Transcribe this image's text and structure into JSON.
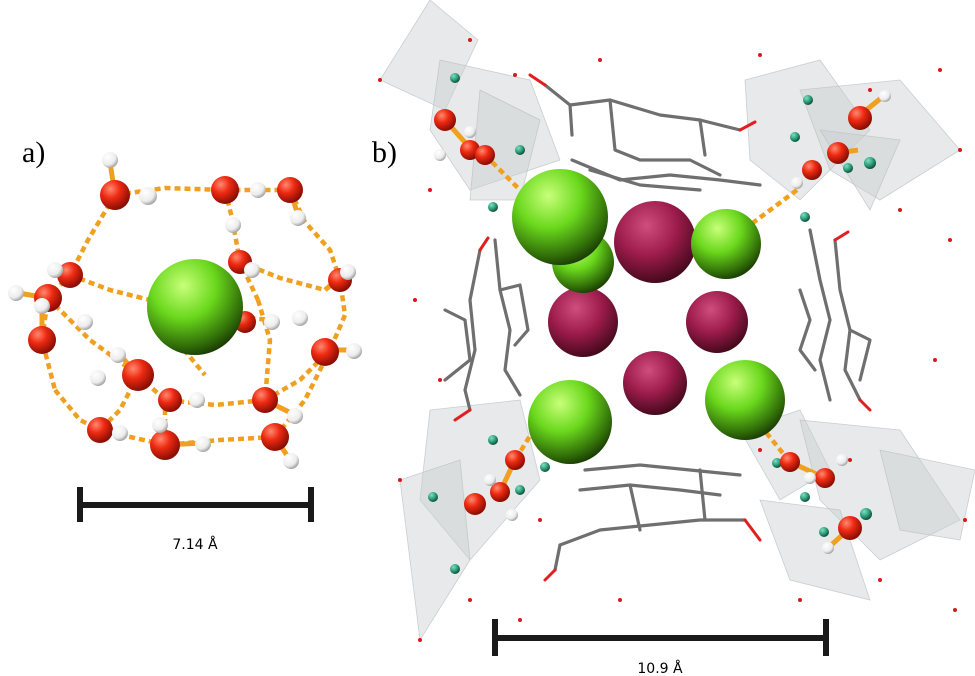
{
  "panels": {
    "a": {
      "label": "a)",
      "scale_text": "7.14 Å"
    },
    "b": {
      "label": "b)",
      "scale_text": "10.9 Å"
    }
  },
  "colors": {
    "oxygen": "#e8230f",
    "hydrogen": "#f4f4f4",
    "chloride": "#6bdc1e",
    "cation": "#9e1a4a",
    "small_atom": "#2a9a78",
    "hbond": "#f0a020",
    "framework": "#6f6f6f"
  }
}
